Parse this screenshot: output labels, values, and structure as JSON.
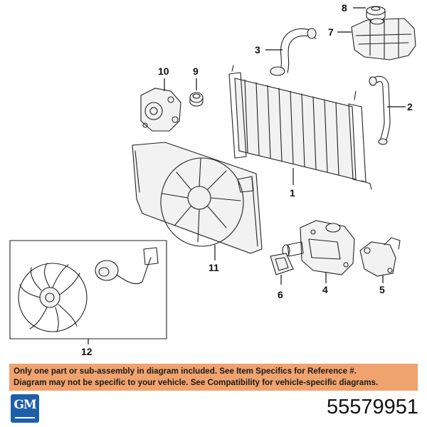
{
  "callouts": {
    "c1": "1",
    "c2": "2",
    "c3": "3",
    "c4": "4",
    "c5": "5",
    "c6": "6",
    "c7": "7",
    "c8": "8",
    "c9": "9",
    "c10": "10",
    "c11": "11",
    "c12": "12"
  },
  "notice": {
    "line1": "Only one part or sub-assembly in diagram included. See Item Specifics for Reference #.",
    "line2": "Diagram may not be specific to your vehicle. See Compatibility for vehicle-specific diagrams.",
    "background": "#f0a36e"
  },
  "brand": {
    "logo_text": "GM",
    "logo_color": "#1f5fa8"
  },
  "part_number": "55579951"
}
